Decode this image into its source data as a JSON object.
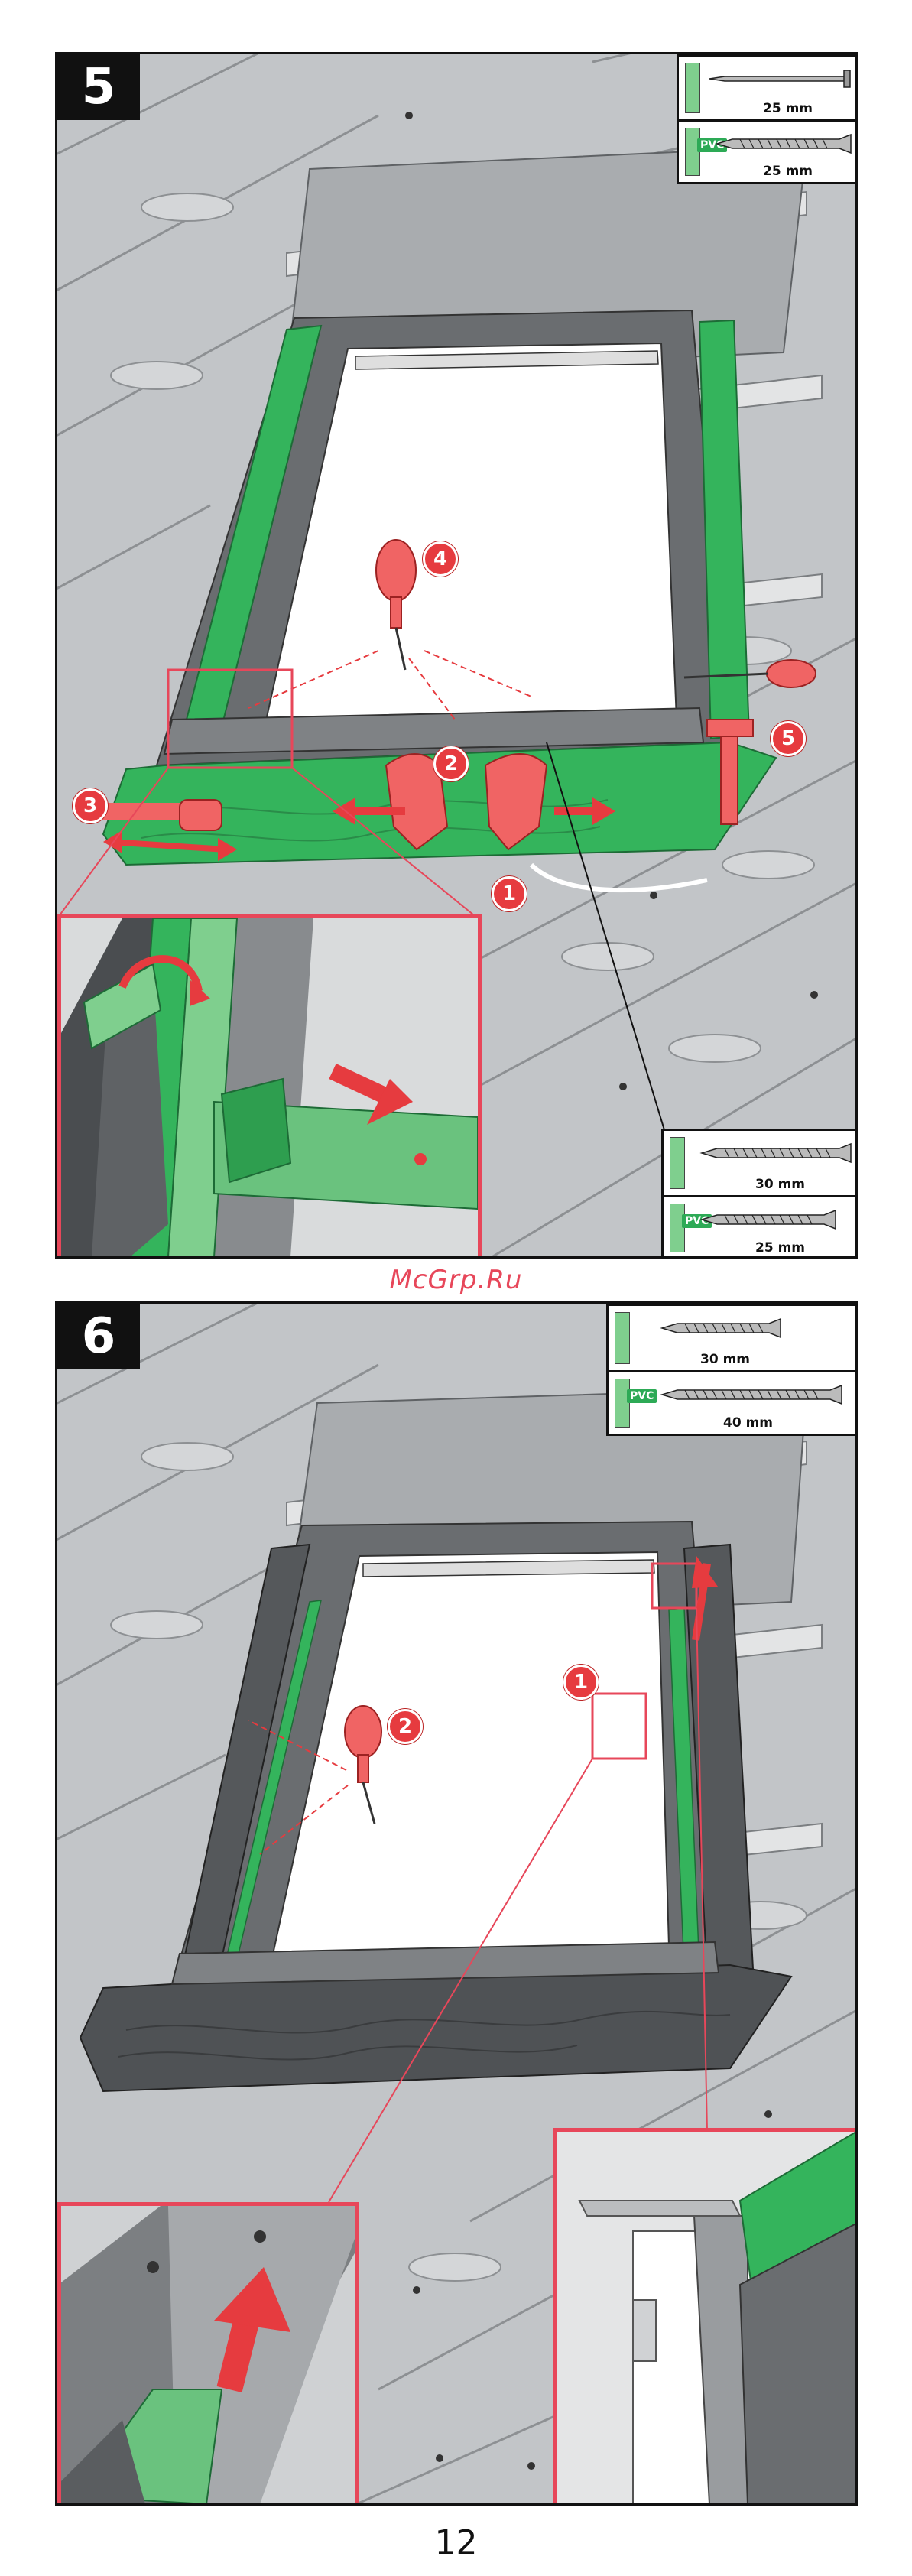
{
  "steps": [
    {
      "number": "5",
      "specs": [
        {
          "length": "25 mm",
          "material": "",
          "type": "nail"
        },
        {
          "length": "25 mm",
          "material": "PVC",
          "type": "screw"
        }
      ],
      "specs_bottom": [
        {
          "length": "30 mm",
          "material": "",
          "type": "screw"
        },
        {
          "length": "25 mm",
          "material": "PVC",
          "type": "screw"
        }
      ],
      "callouts": [
        "1",
        "2",
        "3",
        "4",
        "5"
      ]
    },
    {
      "number": "6",
      "specs": [
        {
          "length": "30 mm",
          "material": "",
          "type": "screw"
        },
        {
          "length": "40 mm",
          "material": "PVC",
          "type": "screw"
        }
      ],
      "callouts": [
        "1",
        "2"
      ]
    }
  ],
  "watermark": "McGrp.Ru",
  "page_number": "12",
  "colors": {
    "flashing_green": "#34b45c",
    "callout_red": "#e63b3f",
    "inset_border": "#e7475a",
    "roof_grey": "#b8bbbe",
    "frame_dark": "#6a6d70"
  }
}
